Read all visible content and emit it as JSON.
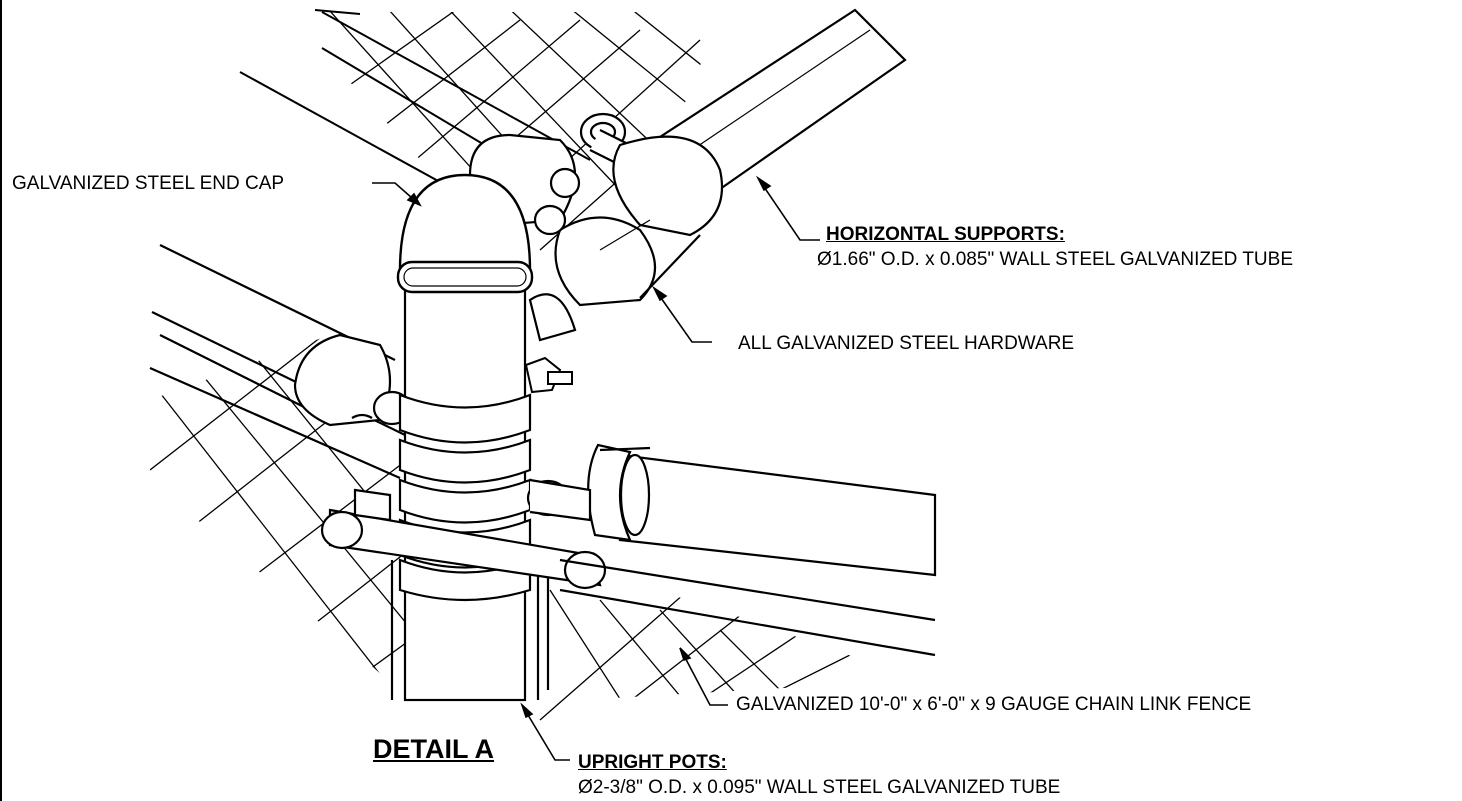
{
  "callouts": {
    "end_cap": "GALVANIZED STEEL END CAP",
    "horizontal_title": "HORIZONTAL SUPPORTS:",
    "horizontal_spec": "Ø1.66\" O.D. x 0.085\" WALL STEEL GALVANIZED TUBE",
    "hardware": "ALL GALVANIZED STEEL HARDWARE",
    "fence": "GALVANIZED 10'-0\" x 6'-0\" x 9 GAUGE CHAIN LINK FENCE",
    "upright_title": "UPRIGHT POTS:",
    "upright_spec": "Ø2-3/8\" O.D. x 0.095\" WALL STEEL GALVANIZED TUBE"
  },
  "detail_title": "DETAIL A",
  "colors": {
    "line": "#000000",
    "background": "#ffffff"
  }
}
